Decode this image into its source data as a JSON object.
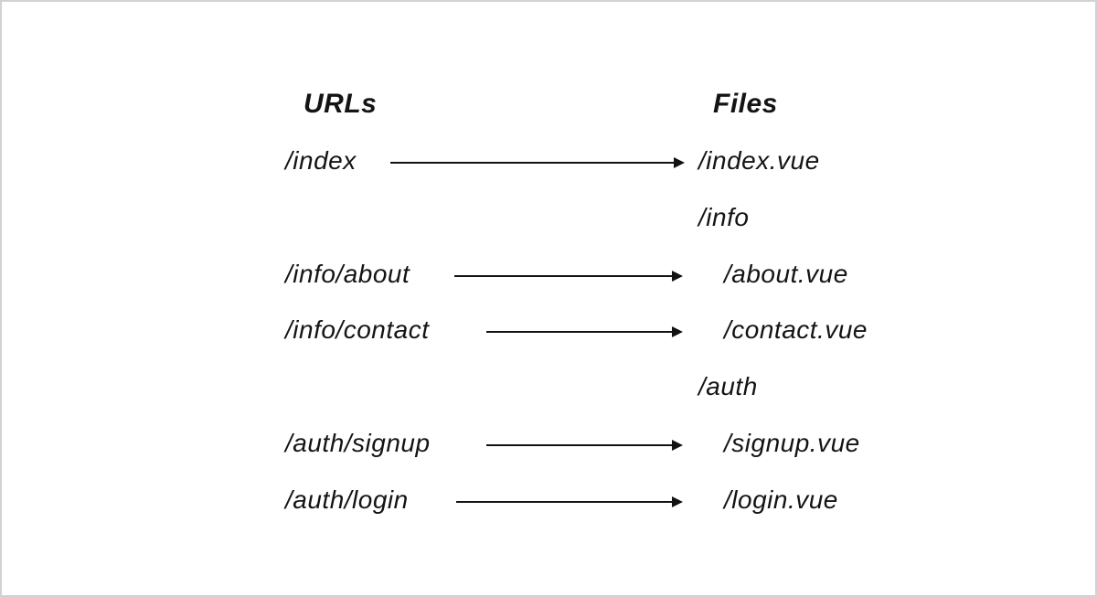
{
  "diagram": {
    "title_left": "URLs",
    "title_right": "Files",
    "rows": [
      {
        "url": "/index",
        "file": "/index.vue",
        "mapped": true,
        "indent": false
      },
      {
        "url": "",
        "file": "/info",
        "mapped": false,
        "indent": false
      },
      {
        "url": "/info/about",
        "file": "/about.vue",
        "mapped": true,
        "indent": true
      },
      {
        "url": "/info/contact",
        "file": "/contact.vue",
        "mapped": true,
        "indent": true
      },
      {
        "url": "",
        "file": "/auth",
        "mapped": false,
        "indent": false
      },
      {
        "url": "/auth/signup",
        "file": "/signup.vue",
        "mapped": true,
        "indent": true
      },
      {
        "url": "/auth/login",
        "file": "/login.vue",
        "mapped": true,
        "indent": true
      }
    ],
    "arrow_color": "#121212",
    "text_color": "#141414",
    "background_color": "#ffffff",
    "border_color": "#d2d2d2"
  }
}
